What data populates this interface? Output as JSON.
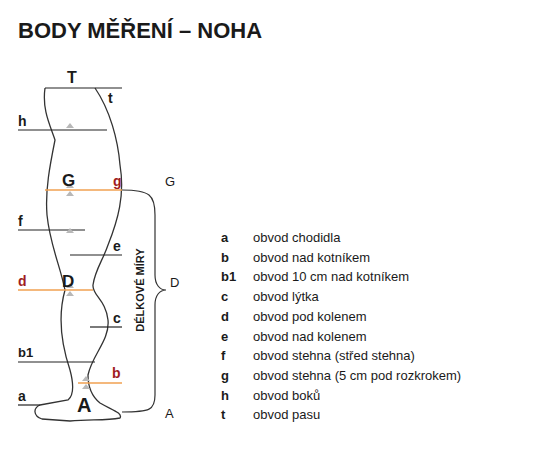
{
  "diagram": {
    "title": "BODY MĚŘENÍ – NOHA",
    "labels": [
      "T",
      "t",
      "h",
      "G",
      "g",
      "G",
      "f",
      "e",
      "d",
      "D",
      "D",
      "DÉLKOVÉ MÍRY",
      "c",
      "b1",
      "b",
      "a",
      "A",
      "A",
      "a",
      "obvod chodidla",
      "b",
      "obvod nad kotníkem",
      "b1",
      "obvod 10 cm nad kotníkem",
      "c",
      "obvod lýtka",
      "d",
      "obvod pod kolenem",
      "e",
      "obvod nad kolenem",
      "f",
      "obvod stehna (střed stehna)",
      "g",
      "obvod stehna (5 cm pod rozkrokem)",
      "h",
      "obvod boků",
      "t",
      "obvod pasu"
    ]
  }
}
